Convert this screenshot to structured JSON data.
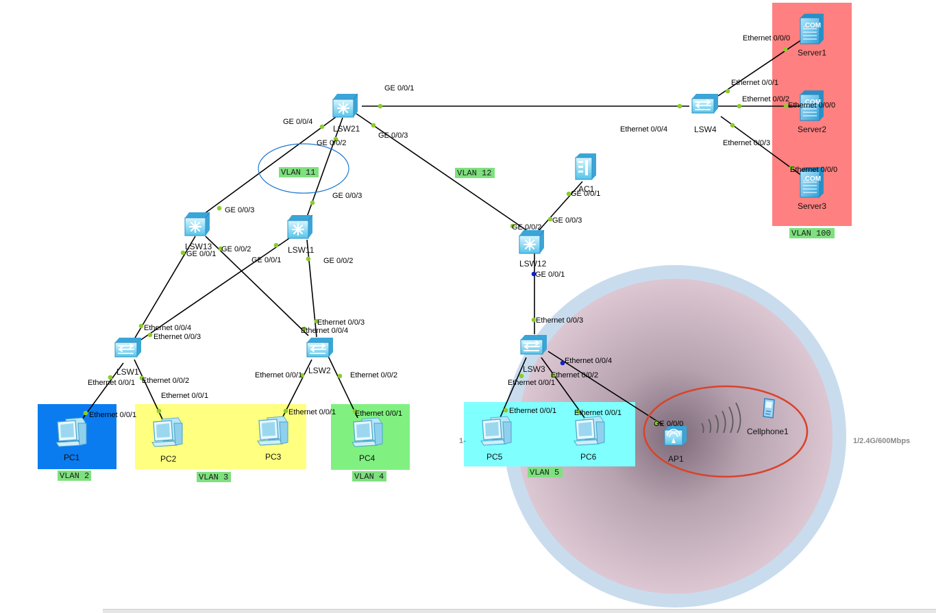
{
  "devices": {
    "lsw21": "LSW21",
    "lsw13": "LSW13",
    "lsw11": "LSW11",
    "lsw12": "LSW12",
    "lsw1": "LSW1",
    "lsw2": "LSW2",
    "lsw3": "LSW3",
    "lsw4": "LSW4",
    "ac1": "AC1",
    "ap1": "AP1",
    "cellphone1": "Cellphone1",
    "pc1": "PC1",
    "pc2": "PC2",
    "pc3": "PC3",
    "pc4": "PC4",
    "pc5": "PC5",
    "pc6": "PC6",
    "server1": "Server1",
    "server2": "Server2",
    "server3": "Server3",
    "server_badge": ".COM"
  },
  "vlans": {
    "v2": "VLAN 2",
    "v3": "VLAN 3",
    "v4": "VLAN 4",
    "v5": "VLAN 5",
    "v11": "VLAN 11",
    "v12": "VLAN 12",
    "v100": "VLAN 100"
  },
  "ports": {
    "lsw21_g1": "GE 0/0/1",
    "lsw21_g4": "GE 0/0/4",
    "lsw21_g2": "GE 0/0/2",
    "lsw21_g3": "GE 0/0/3",
    "lsw13_g3": "GE 0/0/3",
    "lsw13_g1": "GE 0/0/1",
    "lsw13_g2": "GE 0/0/2",
    "lsw11_g3": "GE 0/0/3",
    "lsw11_g1": "GE 0/0/1",
    "lsw11_g2": "GE 0/0/2",
    "lsw12_g2": "GE 0/0/2",
    "lsw12_g3": "GE 0/0/3",
    "lsw12_g1": "GE 0/0/1",
    "ac1_g1": "GE 0/0/1",
    "lsw1_e4": "Ethernet 0/0/4",
    "lsw1_e3": "Ethernet 0/0/3",
    "lsw1_e1": "Ethernet 0/0/1",
    "lsw1_e2": "Ethernet 0/0/2",
    "lsw2_e3": "Ethernet 0/0/3",
    "lsw2_e4": "Ethernet 0/0/4",
    "lsw2_e1": "Ethernet 0/0/1",
    "lsw2_e2": "Ethernet 0/0/2",
    "lsw3_e3": "Ethernet 0/0/3",
    "lsw3_e4": "Ethernet 0/0/4",
    "lsw3_e1": "Ethernet 0/0/1",
    "lsw3_e2": "Ethernet 0/0/2",
    "lsw4_e0": "Ethernet 0/0/0",
    "lsw4_e1": "Ethernet 0/0/1",
    "lsw4_e2": "Ethernet 0/0/2",
    "lsw4_e3": "Ethernet 0/0/3",
    "lsw4_e4": "Ethernet 0/0/4",
    "srv2_e0": "Ethernet 0/0/0",
    "srv3_e0": "Ethernet 0/0/0",
    "pc1_e1": "Ethernet 0/0/1",
    "pc2_e1": "Ethernet 0/0/1",
    "pc3_e1": "Ethernet 0/0/1",
    "pc4_e1": "Ethernet 0/0/1",
    "pc5_e1": "Ethernet 0/0/1",
    "pc6_e1": "Ethernet 0/0/1",
    "ap1_g0": "GE 0/0/0"
  },
  "wireless": {
    "rate": "1/2.4G/600Mbps",
    "rate_left": "1-"
  },
  "colors": {
    "vlan2": "#0a7cf0",
    "vlan3": "#ffff80",
    "vlan4": "#80f080",
    "vlan5": "#80ffff",
    "vlan100": "#ff8080",
    "vlan_label": "#7ee07e",
    "link_dot": "#8ccc2a",
    "blue_dot": "#1020d0",
    "ap_ring": "#d9432a",
    "vlan11_ring": "#1a78d0"
  }
}
